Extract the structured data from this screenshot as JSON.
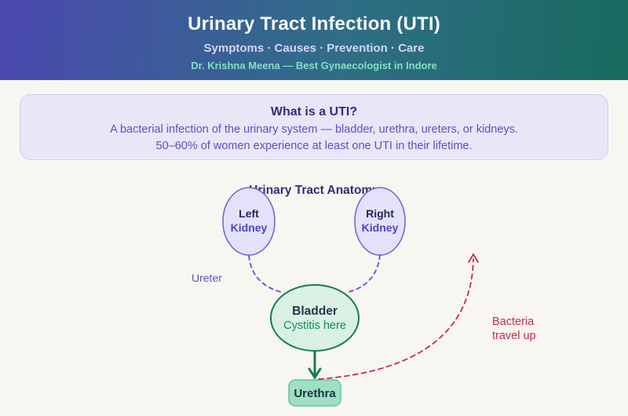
{
  "header": {
    "title": "Urinary Tract Infection (UTI)",
    "subtitle": "Symptoms · Causes · Prevention · Care",
    "doctor": "Dr. Krishna Meena — Best Gynaecologist in Indore"
  },
  "info_box": {
    "title": "What is a UTI?",
    "line1": "A bacterial infection of the urinary system — bladder, urethra, ureters, or kidneys.",
    "line2": "50–60% of women experience at least one UTI in their lifetime."
  },
  "diagram": {
    "title": "Urinary Tract Anatomy",
    "left_kidney": {
      "line1": "Left",
      "line2": "Kidney"
    },
    "right_kidney": {
      "line1": "Right",
      "line2": "Kidney"
    },
    "ureter_label": "Ureter",
    "bladder": {
      "line1": "Bladder",
      "line2": "Cystitis here"
    },
    "urethra_label": "Urethra",
    "bacteria_label": {
      "line1": "Bacteria",
      "line2": "travel up"
    }
  },
  "colors": {
    "header_gradient_start": "#4b48af",
    "header_gradient_end": "#186a5e",
    "header_title": "#f7f9fb",
    "header_subtitle": "#d6d3f2",
    "doctor_credit": "#82dfc1",
    "page_background": "#f7f6f1",
    "info_box_background": "#e9e6f8",
    "info_box_title": "#322e7d",
    "info_box_text": "#5b50c6",
    "purple_accent": "#6a61d2",
    "kidney_fill": "#e4e1fa",
    "green_accent": "#177a59",
    "bladder_fill": "#d9f0e3",
    "cystitis_text": "#0d8a6a",
    "urethra_fill": "#9fe0c2",
    "red_accent": "#c62b49"
  }
}
